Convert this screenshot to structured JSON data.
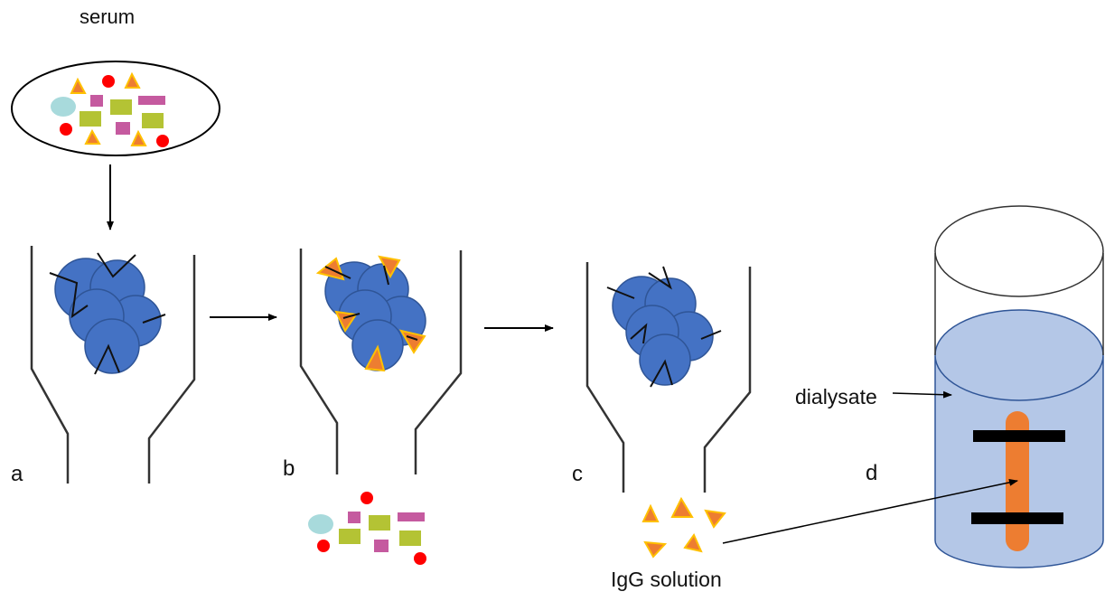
{
  "labels": {
    "serum": "serum",
    "a": "a",
    "b": "b",
    "c": "c",
    "d": "d",
    "dialysate": "dialysate",
    "igg_solution": "IgG solution"
  },
  "colors": {
    "bead": "#4472C4",
    "bead_stroke": "#2F5597",
    "triangle_fill": "#ED7D31",
    "triangle_stroke": "#FFC000",
    "red_dot": "#FF0000",
    "purple": "#C55A9F",
    "olive": "#B4C334",
    "cyan": "#A8DADC",
    "dialysate_fill": "#B4C7E7",
    "dialysate_stroke": "#2F5597",
    "tube": "#ED7D31",
    "clamp": "#000000"
  }
}
